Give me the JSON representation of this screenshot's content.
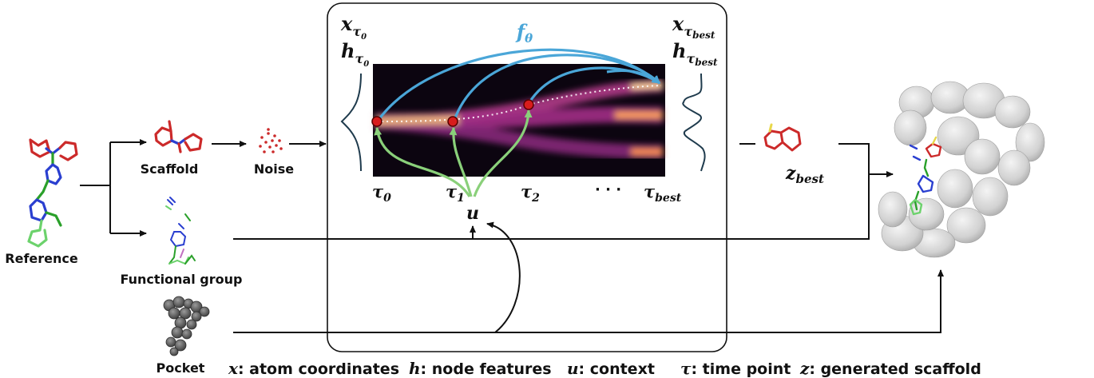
{
  "labels": {
    "reference": "Reference",
    "scaffold": "Scaffold",
    "noise": "Noise",
    "functional_group": "Functional group",
    "pocket": "Pocket"
  },
  "model": {
    "f_theta_base": "f",
    "f_theta_sub": "θ",
    "x_var": "x",
    "h_var": "h",
    "tau0_sub": "τ",
    "tau0_subsub": "0",
    "tau_best_sub": "τ",
    "tau_best_subsub": "best",
    "context": "u"
  },
  "timeline": {
    "t0": "τ",
    "t0_sub": "0",
    "t1": "τ",
    "t1_sub": "1",
    "t2": "τ",
    "t2_sub": "2",
    "dots": "· · ·",
    "tbest": "τ",
    "tbest_sub": "best"
  },
  "output": {
    "z": "z",
    "z_sub": "best"
  },
  "legend": [
    {
      "sym": "x",
      "text": ": atom coordinates"
    },
    {
      "sym": "h",
      "text": ": node features"
    },
    {
      "sym": "u",
      "text": ": context"
    },
    {
      "sym": "τ",
      "text": ": time point"
    },
    {
      "sym": "z",
      "text": ": generated scaffold"
    }
  ],
  "colors": {
    "f_theta_arrow": "#4aa6d8",
    "context_arrow": "#8ad07a",
    "time_marker": "#d81c1c",
    "heatmap_bg": "#0c0510"
  }
}
